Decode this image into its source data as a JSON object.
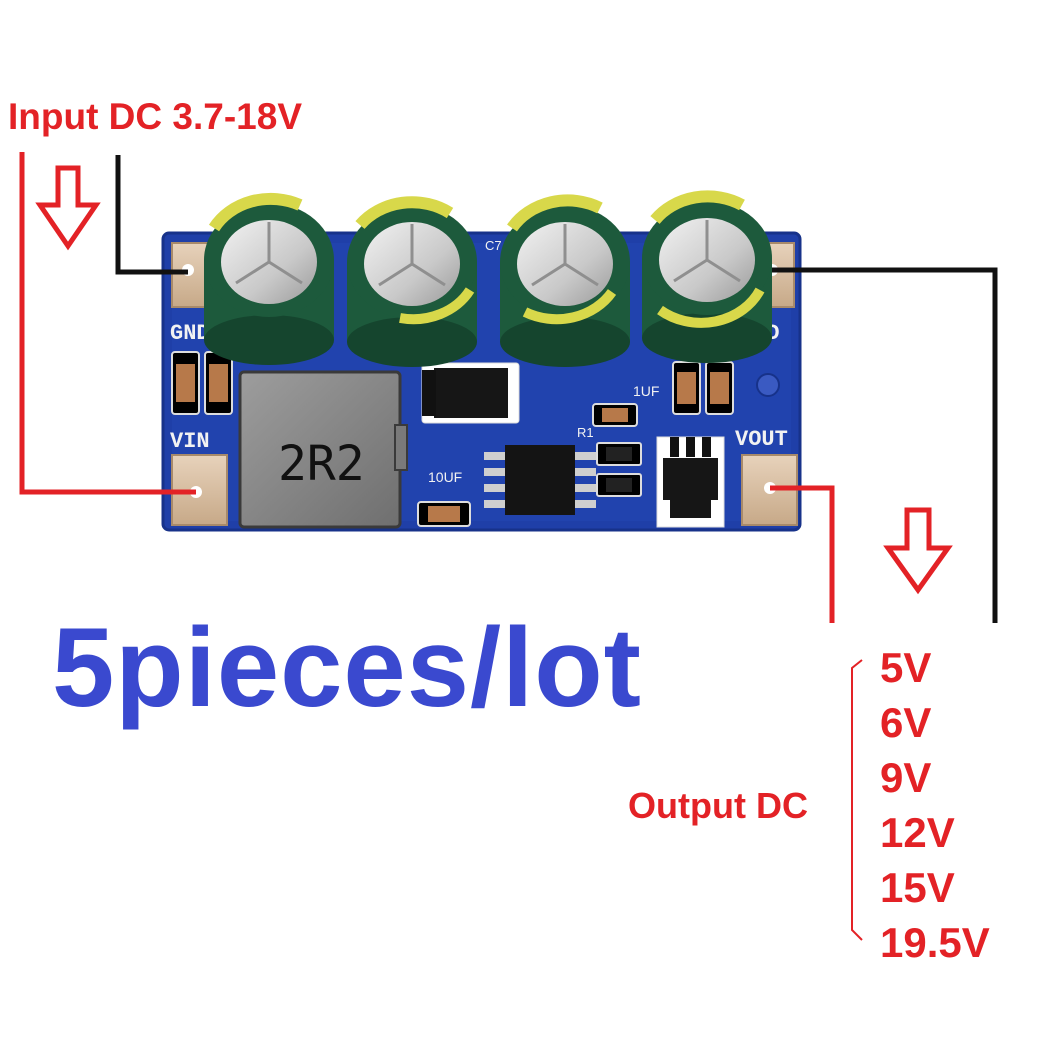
{
  "labels": {
    "input": "Input DC 3.7-18V",
    "lot": "5pieces/lot",
    "output_title": "Output DC"
  },
  "output_voltages": [
    "5V",
    "6V",
    "9V",
    "12V",
    "15V",
    "19.5V"
  ],
  "board": {
    "pin_gnd_left": "GND",
    "pin_gnd_right": "GND",
    "pin_vin": "VIN",
    "pin_vout": "VOUT",
    "inductor_marking": "2R2",
    "cap_10uf": "10UF",
    "cap_1uf": "1UF",
    "resistor_r1": "R1",
    "cap_c7": "C7"
  },
  "colors": {
    "background": "#ffffff",
    "label_red": "#e32226",
    "lot_blue": "#3a49cf",
    "pcb_blue": "#1f3fa8",
    "wire_black": "#111111",
    "wire_red": "#e32226",
    "capacitor_green": "#1d5a3c",
    "capacitor_stripe": "#d8d84a"
  },
  "icons": [
    "down-arrow-icon",
    "down-arrow-icon"
  ]
}
